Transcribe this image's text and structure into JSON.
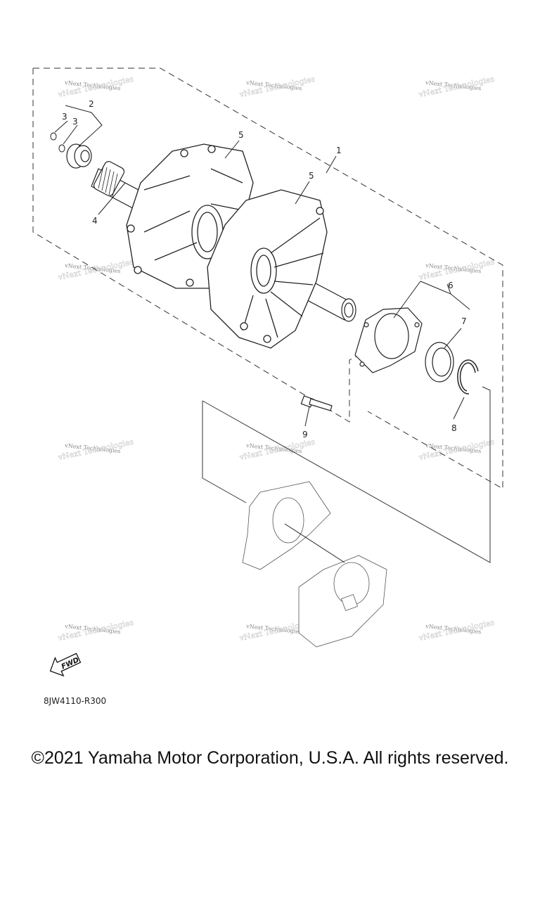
{
  "diagram": {
    "callouts": [
      "1",
      "2",
      "3",
      "3",
      "4",
      "5",
      "5",
      "6",
      "7",
      "8",
      "9"
    ],
    "watermark": "vNext Technologies",
    "fwd_label": "FWD",
    "figure_code": "8JW4110-R300"
  },
  "footer": {
    "copyright": "©2021 Yamaha Motor Corporation, U.S.A. All rights reserved."
  }
}
